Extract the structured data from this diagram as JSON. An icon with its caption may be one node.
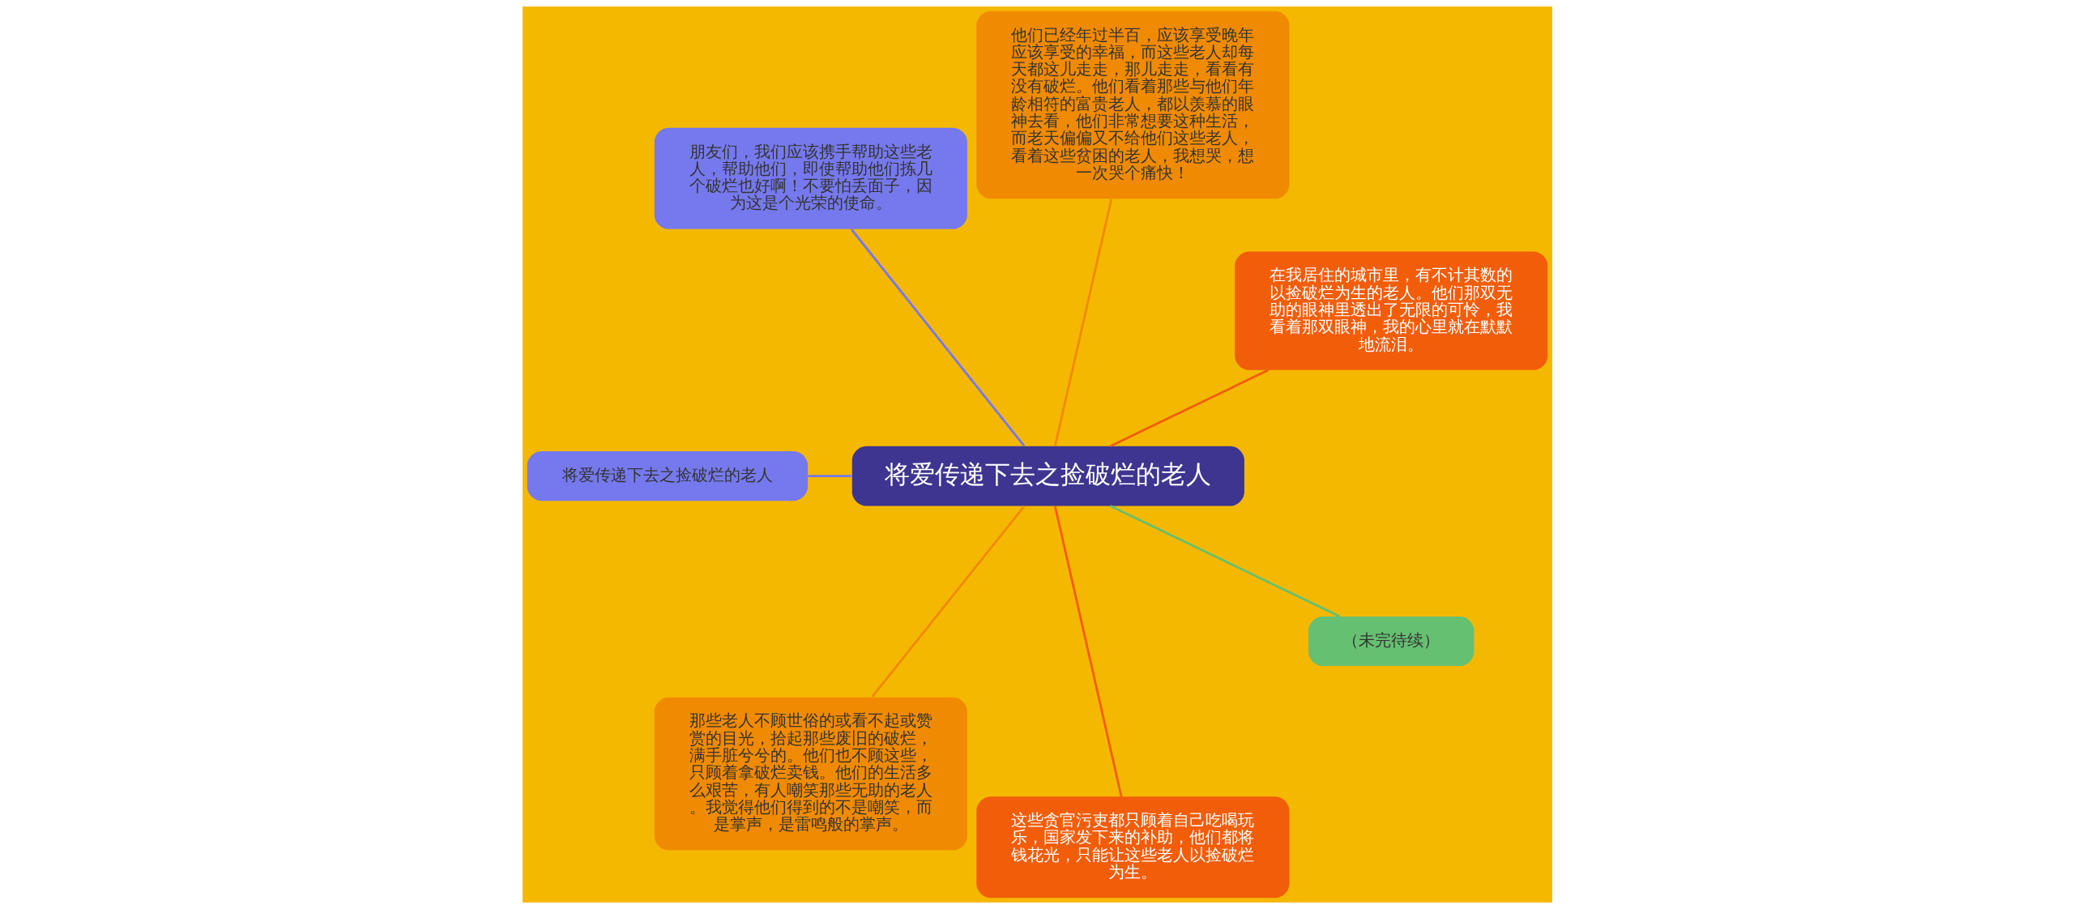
{
  "diagram": {
    "nodes": [
      {
        "text": [
          "将爱传递下去之捡破烂的老人"
        ]
      },
      {
        "text": [
          "在我居住的城市里，有不计其数的以捡破烂为生的老人。他们那双无助的眼神里透出了无限的可怜，我看着那双眼神，我的心里就在默默地流泪。"
        ]
      },
      {
        "text": [
          "他们已经年过半百，应该享受晚年应该享受的幸福，而这些老人却每天都这儿走走，那儿走走，看看有没有破烂。他们看着那些与他们年龄相符的富贵老人，都以羡慕的眼神去看，他们非常想要这种生活，而老天偏偏又不给他们这些老人，看着这些贫困的老人，我想哭，想一次哭个痛快！"
        ]
      },
      {
        "text": [
          "朋友们，我们应该携手帮助这些老人，帮助他们，即使帮助他们拣几个破烂也好啊！不要怕丢面子，因为这是个光荣的使命。"
        ]
      },
      {
        "text": [
          "将爱传递下去之捡破烂的老人"
        ]
      },
      {
        "text": [
          "那些老人不顾世俗的或看不起或赞赏的目光，拾起那些废旧的破烂，满手脏兮兮的。他们也不顾这些，只顾着拿破烂卖钱。他们的生活多么艰苦，有人嘲笑那些无助的老人。我觉得他们得到的不是嘲笑，而是掌声，是雷鸣般的掌声。"
        ]
      },
      {
        "text": [
          "这些贪官污吏都只顾着自己吃喝玩乐，国家发下来的补助，他们都将钱花光，只能让这些老人以捡破烂为生。"
        ]
      },
      {
        "text": [
          "（未完待续）"
        ]
      }
    ],
    "edges": [
      {
        "from": 0,
        "to": 1,
        "arrow": "none",
        "color": "#f25d0a"
      },
      {
        "from": 0,
        "to": 2,
        "arrow": "none",
        "color": "#f08a00"
      },
      {
        "from": 0,
        "to": 3,
        "arrow": "none",
        "color": "#7679ed"
      },
      {
        "from": 0,
        "to": 4,
        "arrow": "none",
        "color": "#7679ed"
      },
      {
        "from": 0,
        "to": 5,
        "arrow": "none",
        "color": "#f08a00"
      },
      {
        "from": 0,
        "to": 6,
        "arrow": "none",
        "color": "#f25d0a"
      },
      {
        "from": 0,
        "to": 7,
        "arrow": "none",
        "color": "#66c071"
      }
    ]
  }
}
